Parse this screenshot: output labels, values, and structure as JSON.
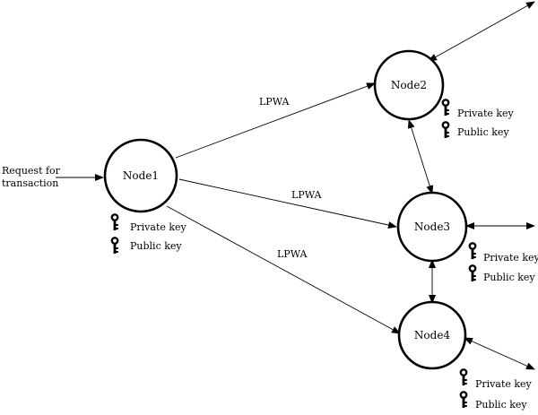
{
  "nodes": {
    "node1": "Node1",
    "node2": "Node2",
    "node3": "Node3",
    "node4": "Node4"
  },
  "edges": {
    "node1_node2": "LPWA",
    "node1_node3": "LPWA",
    "node1_node4": "LPWA"
  },
  "request": {
    "line1": "Request for",
    "line2": "transaction"
  },
  "keys": {
    "private": "Private key",
    "public": "Public key"
  },
  "colors": {
    "stroke": "#000000",
    "background": "#ffffff"
  },
  "icons": {
    "key": "key-icon"
  }
}
